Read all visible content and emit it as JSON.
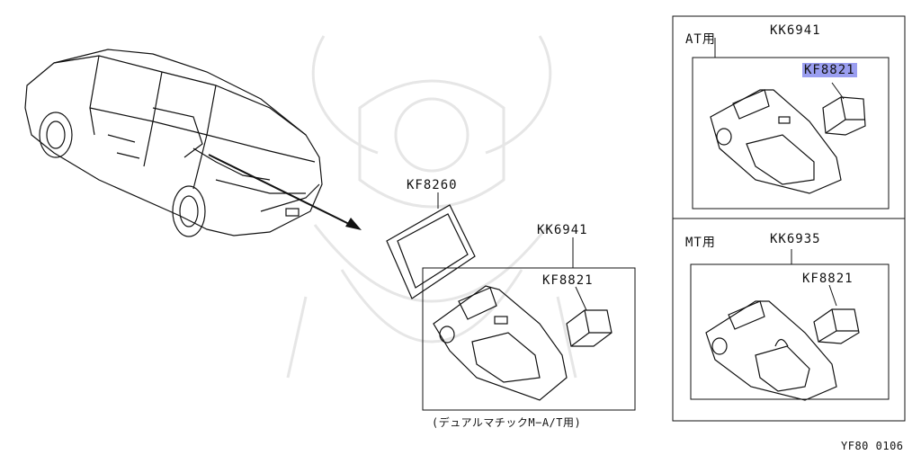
{
  "diagram": {
    "main": {
      "frame_part": "KF8260",
      "console_part": "KK6941",
      "knob_part": "KF8821",
      "note": "(デュアルマチックM−A/T用)"
    },
    "at_box": {
      "title": "AT用",
      "console_part": "KK6941",
      "knob_part": "KF8821"
    },
    "mt_box": {
      "title": "MT用",
      "console_part": "KK6935",
      "knob_part": "KF8821"
    },
    "footer_code": "YF80  0106"
  }
}
